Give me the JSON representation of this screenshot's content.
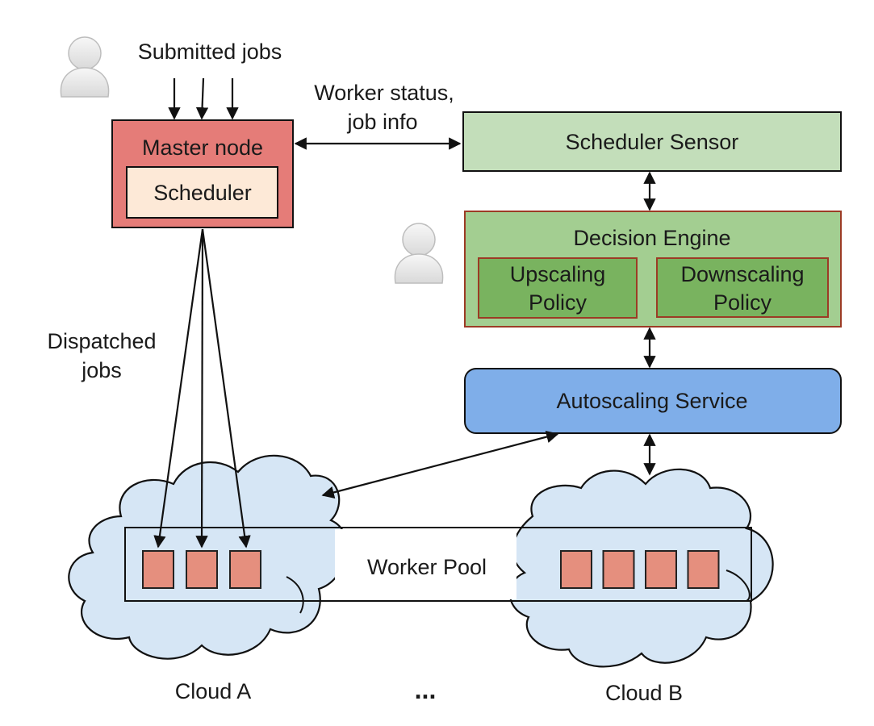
{
  "diagram": {
    "type": "architecture",
    "labels": {
      "submitted_jobs": "Submitted jobs",
      "worker_status_line1": "Worker status,",
      "worker_status_line2": "job info",
      "dispatched_line1": "Dispatched",
      "dispatched_line2": "jobs",
      "worker_pool": "Worker Pool",
      "cloud_a": "Cloud A",
      "cloud_b": "Cloud B",
      "ellipsis": "..."
    },
    "nodes": {
      "master_node": "Master node",
      "scheduler": "Scheduler",
      "scheduler_sensor": "Scheduler Sensor",
      "decision_engine": "Decision Engine",
      "upscaling_line1": "Upscaling",
      "upscaling_line2": "Policy",
      "downscaling_line1": "Downscaling",
      "downscaling_line2": "Policy",
      "autoscaling_service": "Autoscaling Service"
    },
    "workers": {
      "cloud_a_count": 3,
      "cloud_b_count": 4
    },
    "edges": [
      {
        "from": "user",
        "to": "master_node",
        "label": "Submitted jobs",
        "count": 3
      },
      {
        "from": "master_node",
        "to": "scheduler_sensor",
        "label": "Worker status, job info",
        "bidirectional": true
      },
      {
        "from": "scheduler_sensor",
        "to": "decision_engine",
        "bidirectional": true
      },
      {
        "from": "decision_engine",
        "to": "autoscaling_service",
        "bidirectional": true
      },
      {
        "from": "autoscaling_service",
        "to": "cloud_a",
        "bidirectional": true
      },
      {
        "from": "autoscaling_service",
        "to": "cloud_b",
        "bidirectional": true
      },
      {
        "from": "master_node",
        "to": "cloud_a_workers",
        "label": "Dispatched jobs",
        "count": 3
      }
    ],
    "colors": {
      "master_fill": "#e57c78",
      "master_stroke": "#1a1a1a",
      "scheduler_fill": "#fde9d7",
      "sensor_fill": "#c3deba",
      "engine_fill": "#a3ce91",
      "engine_stroke": "#9c3b25",
      "policy_fill": "#79b35f",
      "autoscaling_fill": "#7faee9",
      "cloud_fill": "#d6e6f5",
      "worker_fill": "#e58f7e"
    }
  }
}
